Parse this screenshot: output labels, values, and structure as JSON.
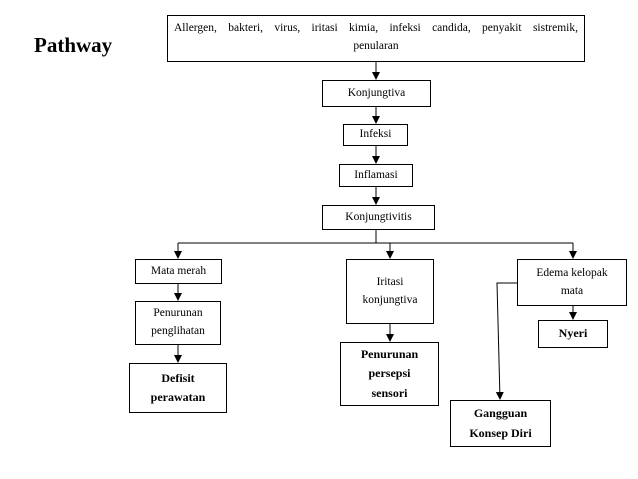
{
  "title": "Pathway",
  "nodes": {
    "cause_line1": [
      "Allergen,",
      "bakteri,",
      "virus,",
      "iritasi",
      "kimia,",
      "infeksi",
      "candida,",
      "penyakit",
      "sistremik,"
    ],
    "cause_line2": "penularan",
    "konjungtiva": "Konjungtiva",
    "infeksi": "Infeksi",
    "inflamasi": "Inflamasi",
    "konjungtivitis": "Konjungtivitis",
    "mata_merah": "Mata merah",
    "penurunan_penglihatan": [
      "Penurunan",
      "penglihatan"
    ],
    "defisit_perawatan": [
      "Defisit",
      "perawatan"
    ],
    "iritasi_konjungtiva": [
      "Iritasi",
      "konjungtiva"
    ],
    "penurunan_persepsi": [
      "Penurunan",
      "persepsi",
      "sensori"
    ],
    "edema_kelopak": [
      "Edema kelopak",
      "mata"
    ],
    "nyeri": "Nyeri",
    "gangguan_konsep": [
      "Gangguan",
      "Konsep Diri"
    ]
  },
  "colors": {
    "line": "#000000",
    "background": "#ffffff"
  }
}
